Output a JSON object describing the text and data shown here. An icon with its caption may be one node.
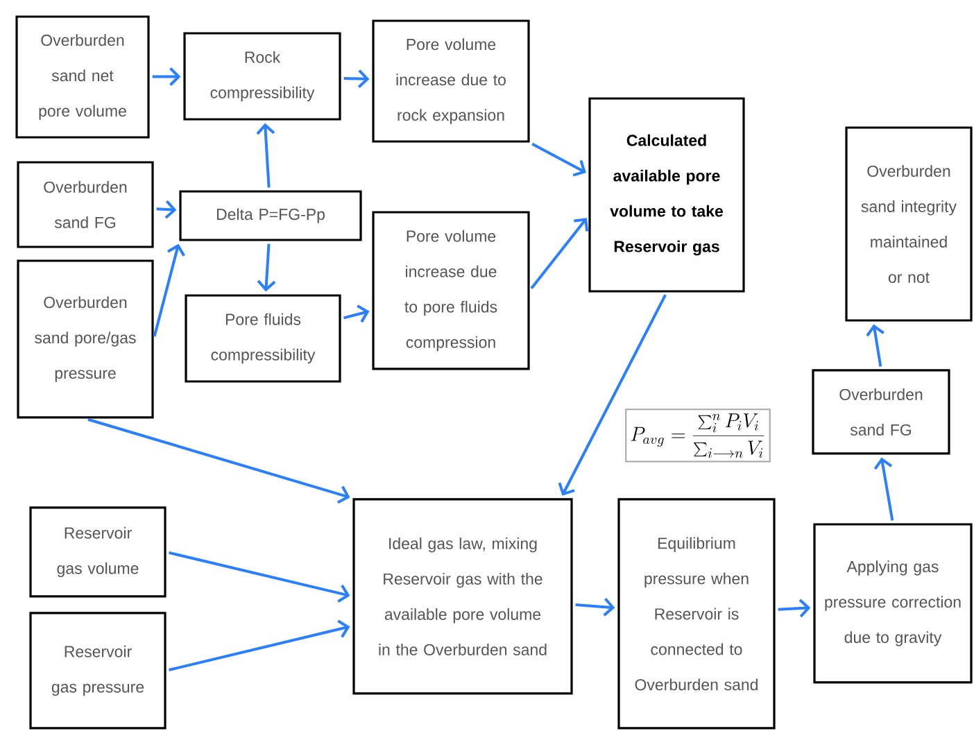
{
  "diagram": {
    "nodes": [
      {
        "text": [
          "Overburden sand net pore volume"
        ]
      },
      {
        "text": [
          "Rock compressibility"
        ]
      },
      {
        "text": [
          "Pore volume increase due to rock expansion"
        ]
      },
      {
        "text": [
          "Overburden sand FG"
        ]
      },
      {
        "text": [
          "Delta P=FG-Pp"
        ]
      },
      {
        "text": [
          "Overburden sand pore/gas pressure"
        ]
      },
      {
        "text": [
          "Pore fluids compressibility"
        ]
      },
      {
        "text": [
          "Pore volume increase due to pore fluids compression"
        ]
      },
      {
        "text": [
          "Calculated available pore volume to take Reservoir gas"
        ]
      },
      {
        "text": [
          "Overburden sand integrity maintained or not"
        ]
      },
      {
        "text": [
          "Overburden sand FG"
        ]
      },
      {
        "text": [
          "Reservoir gas volume"
        ]
      },
      {
        "text": [
          "Reservoir gas pressure"
        ]
      },
      {
        "text": [
          "Ideal gas law, mixing Reservoir gas with the available pore volume in the Overburden sand"
        ]
      },
      {
        "text": [
          "Equilibrium pressure when Reservoir is connected to Overburden sand"
        ]
      },
      {
        "text": [
          "Applying gas pressure correction due to gravity"
        ]
      }
    ],
    "edges": [
      {
        "from": 0,
        "to": 1,
        "arrow": "to"
      },
      {
        "from": 1,
        "to": 2,
        "arrow": "to"
      },
      {
        "from": 3,
        "to": 4,
        "arrow": "to"
      },
      {
        "from": 5,
        "to": 4,
        "arrow": "to"
      },
      {
        "from": 4,
        "to": 1,
        "arrow": "to"
      },
      {
        "from": 4,
        "to": 6,
        "arrow": "to"
      },
      {
        "from": 6,
        "to": 7,
        "arrow": "to"
      },
      {
        "from": 2,
        "to": 8,
        "arrow": "to"
      },
      {
        "from": 7,
        "to": 8,
        "arrow": "to"
      },
      {
        "from": 8,
        "to": 13,
        "arrow": "to"
      },
      {
        "from": 5,
        "to": 13,
        "arrow": "to"
      },
      {
        "from": 11,
        "to": 13,
        "arrow": "to"
      },
      {
        "from": 12,
        "to": 13,
        "arrow": "to"
      },
      {
        "from": 13,
        "to": 14,
        "arrow": "to"
      },
      {
        "from": 14,
        "to": 15,
        "arrow": "to"
      },
      {
        "from": 15,
        "to": 10,
        "arrow": "to"
      },
      {
        "from": 10,
        "to": 9,
        "arrow": "to"
      }
    ],
    "labels": [
      "P_{avg} = \\frac{\\sum_{i}^{n} P_i V_i}{\\sum_{i \\longrightarrow n} V_i}"
    ]
  }
}
